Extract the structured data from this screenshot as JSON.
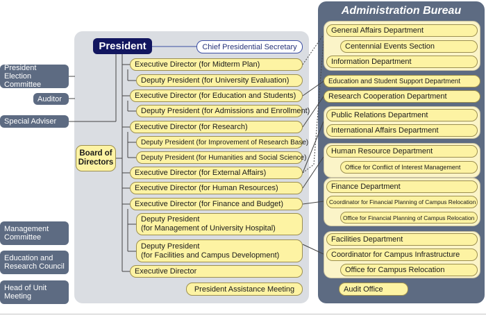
{
  "president": "President",
  "chief_secretary": "Chief Presidential Secretary",
  "board": "Board of\nDirectors",
  "left_external": [
    "President Election\nCommittee",
    "Auditor",
    "Special Adviser",
    "Management\nCommittee",
    "Education and\nResearch Council",
    "Head of Unit\nMeeting"
  ],
  "directors": [
    "Executive Director (for Midterm Plan)",
    "Deputy President (for University Evaluation)",
    "Executive Director (for Education and Students)",
    "Deputy President (for Admissions and Enrollment)",
    "Executive Director (for Research)",
    "Deputy President (for Improvement of Research Base)",
    "Deputy President (for Humanities and Social Science)",
    "Executive Director (for External Affairs)",
    "Executive Director (for Human Resources)",
    "Executive Director (for Finance and Budget)",
    "Deputy President\n(for Management of University Hospital)",
    "Deputy President\n(for Facilities and Campus Development)",
    "Executive Director",
    "President Assistance Meeting"
  ],
  "bureau": {
    "title": "Administration Bureau",
    "items": [
      "General Affairs Department",
      "Centennial Events Section",
      "Information Department",
      "Education and Student Support Department",
      "Research Cooperation Department",
      "Public Relations Department",
      "International Affairs Department",
      "Human Resource Department",
      "Office for Conflict of Interest Management",
      "Finance Department",
      "Coordinator for Financial Planning of Campus Relocation",
      "Office for Financial Planning of Campus Relocation",
      "Facilities Department",
      "Coordinator for Campus Infrastructure",
      "Office for Campus Relocation",
      "Audit Office"
    ]
  },
  "colors": {
    "box_fill": "#fdf3a3",
    "navy": "#12165f",
    "slate": "#5d6b82",
    "panel_light": "#dadde2"
  }
}
